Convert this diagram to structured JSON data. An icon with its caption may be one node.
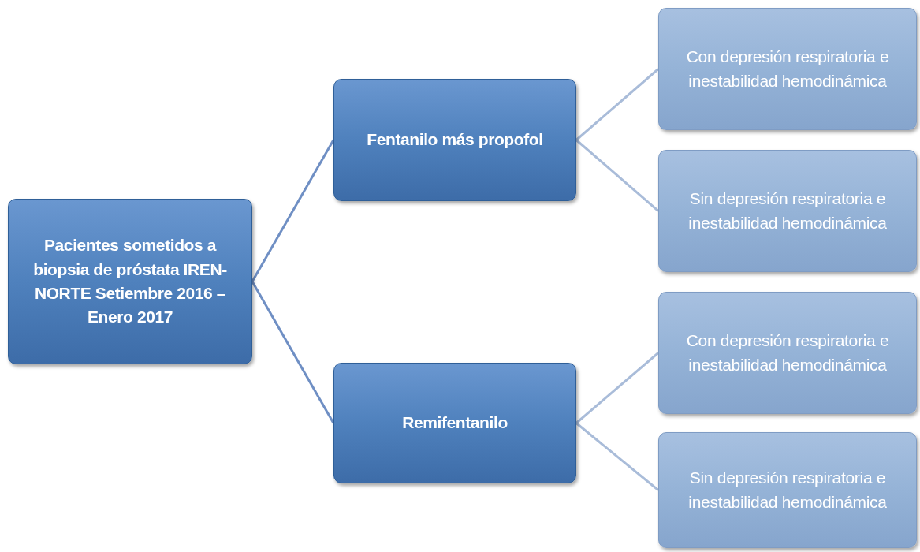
{
  "diagram": {
    "nodes": [
      {
        "text": [
          "Pacientes sometidos a biopsia de próstata IREN-NORTE  Setiembre 2016 – Enero 2017"
        ]
      },
      {
        "text": [
          "Fentanilo más propofol"
        ]
      },
      {
        "text": [
          "Remifentanilo"
        ]
      },
      {
        "text": [
          "Con depresión respiratoria e inestabilidad hemodinámica"
        ]
      },
      {
        "text": [
          "Sin depresión respiratoria e inestabilidad hemodinámica"
        ]
      },
      {
        "text": [
          "Con depresión respiratoria e inestabilidad hemodinámica"
        ]
      },
      {
        "text": [
          "Sin depresión respiratoria e inestabilidad hemodinámica"
        ]
      }
    ],
    "edges": [
      {
        "from": 0,
        "to": 1,
        "arrow": "none",
        "color": "#6f8fc4"
      },
      {
        "from": 0,
        "to": 2,
        "arrow": "none",
        "color": "#6f8fc4"
      },
      {
        "from": 1,
        "to": 3,
        "arrow": "none"
      },
      {
        "from": 1,
        "to": 4,
        "arrow": "none"
      },
      {
        "from": 2,
        "to": 5,
        "arrow": "none"
      },
      {
        "from": 2,
        "to": 6,
        "arrow": "none"
      }
    ]
  }
}
